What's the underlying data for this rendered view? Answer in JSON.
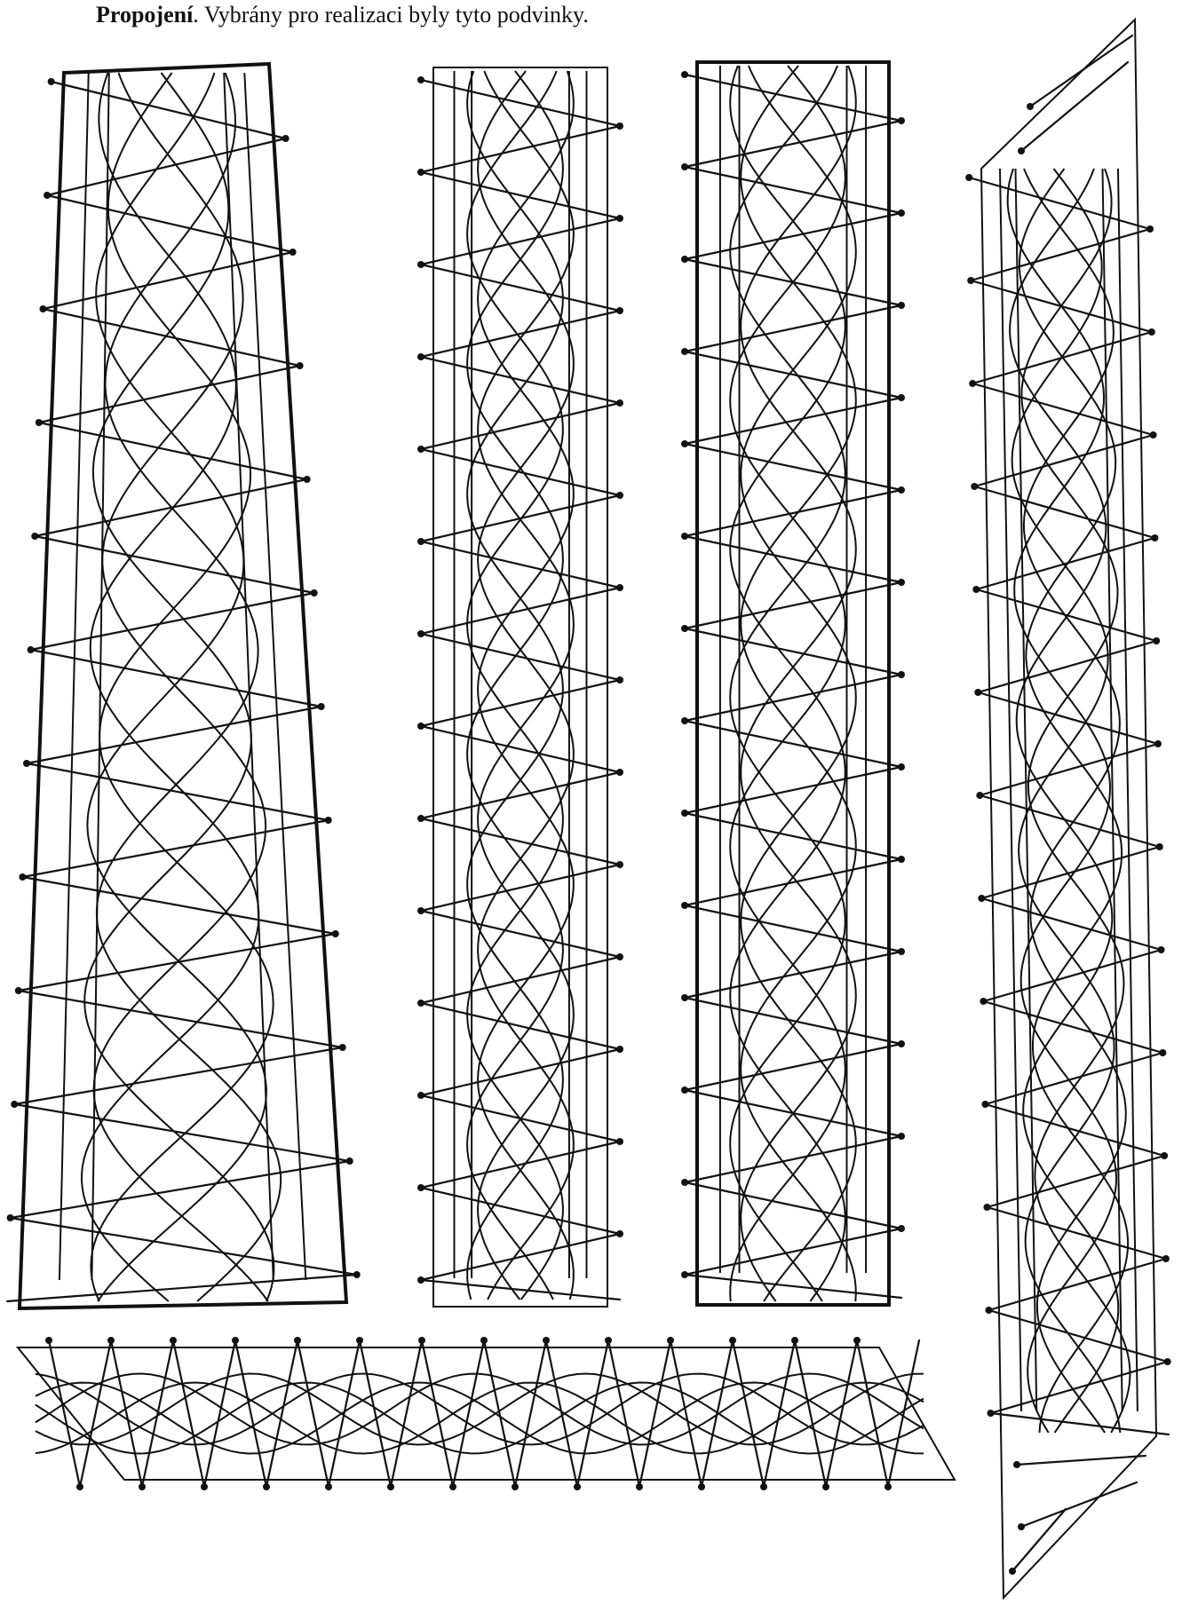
{
  "caption": {
    "bold": "Propojení",
    "text": ". Vybrány pro realizaci byly tyto podvinky."
  },
  "patterns": [
    {
      "id": "strip-1",
      "shape": "trapezoid-widening-down"
    },
    {
      "id": "strip-2",
      "shape": "rectangle"
    },
    {
      "id": "strip-3",
      "shape": "rectangle"
    },
    {
      "id": "strip-4",
      "shape": "parallelogram-with-mitred-ends"
    },
    {
      "id": "strip-5",
      "shape": "horizontal-with-mitred-ends"
    }
  ]
}
